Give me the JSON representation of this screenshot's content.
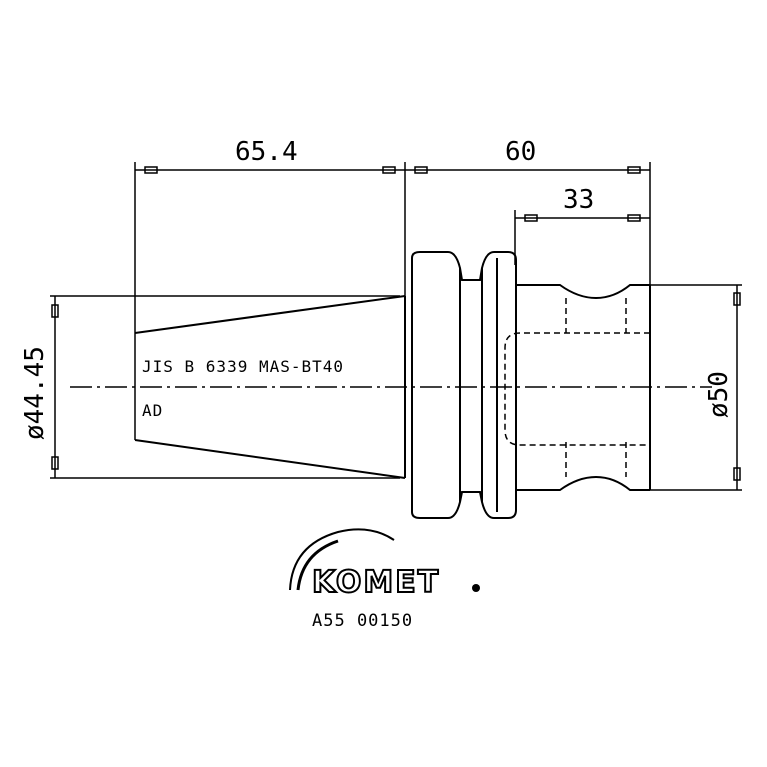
{
  "dimensions": {
    "taper_length": "65.4",
    "flange_length": "60",
    "bore_length": "33",
    "taper_diameter": "ø44.45",
    "body_diameter": "ø50"
  },
  "annotations": {
    "standard": "JIS B 6339 MAS-BT40",
    "variant": "AD"
  },
  "brand": {
    "logo_text": "KOMET",
    "part_number": "A55 00150"
  }
}
